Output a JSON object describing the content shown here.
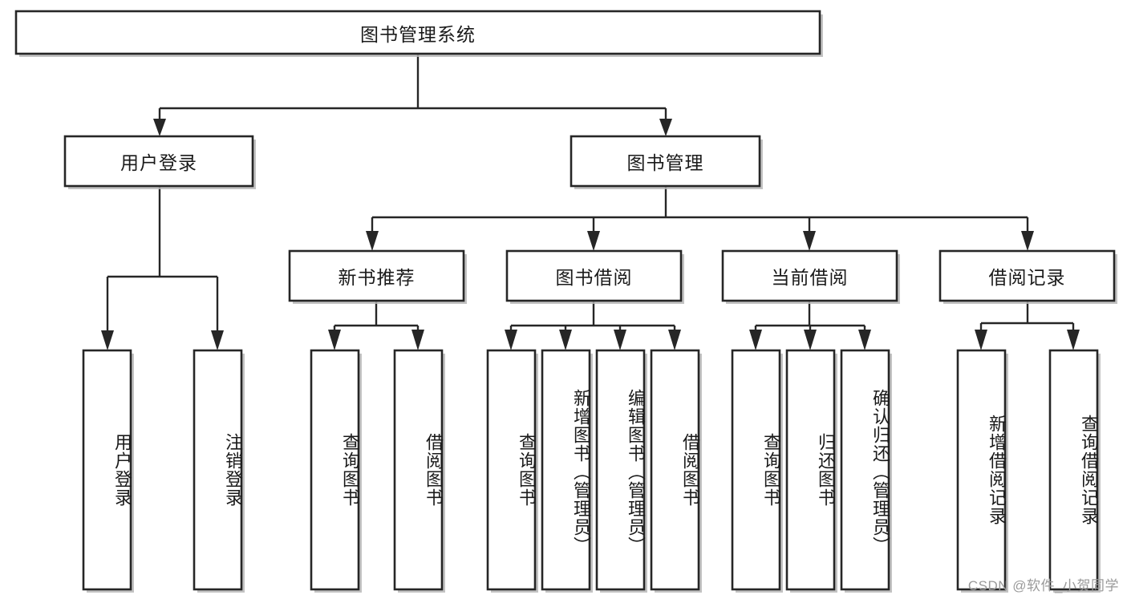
{
  "diagram": {
    "title": "图书管理系统",
    "type": "tree",
    "watermark": "CSDN @软件_小贺同学",
    "nodes": {
      "root": {
        "label": "图书管理系统",
        "orientation": "horizontal"
      },
      "l2": [
        {
          "id": "user-login",
          "label": "用户登录",
          "orientation": "horizontal"
        },
        {
          "id": "book-manage",
          "label": "图书管理",
          "orientation": "horizontal"
        }
      ],
      "l3": [
        {
          "id": "new-book-rec",
          "label": "新书推荐",
          "orientation": "horizontal"
        },
        {
          "id": "book-borrow",
          "label": "图书借阅",
          "orientation": "horizontal"
        },
        {
          "id": "current-borrow",
          "label": "当前借阅",
          "orientation": "horizontal"
        },
        {
          "id": "borrow-record",
          "label": "借阅记录",
          "orientation": "horizontal"
        }
      ],
      "leaves": [
        {
          "id": "leaf-user-login",
          "label": "用户登录",
          "parent": "user-login",
          "orientation": "vertical"
        },
        {
          "id": "leaf-user-logout",
          "label": "注销登录",
          "parent": "user-login",
          "orientation": "vertical"
        },
        {
          "id": "leaf-query-book-1",
          "label": "查询图书",
          "parent": "new-book-rec",
          "orientation": "vertical"
        },
        {
          "id": "leaf-borrow-book-1",
          "label": "借阅图书",
          "parent": "new-book-rec",
          "orientation": "vertical"
        },
        {
          "id": "leaf-query-book-2",
          "label": "查询图书",
          "parent": "book-borrow",
          "orientation": "vertical"
        },
        {
          "id": "leaf-add-book",
          "label": "新增图书（管理员）",
          "parent": "book-borrow",
          "orientation": "vertical"
        },
        {
          "id": "leaf-edit-book",
          "label": "编辑图书（管理员）",
          "parent": "book-borrow",
          "orientation": "vertical"
        },
        {
          "id": "leaf-borrow-book-2",
          "label": "借阅图书",
          "parent": "book-borrow",
          "orientation": "vertical"
        },
        {
          "id": "leaf-query-book-3",
          "label": "查询图书",
          "parent": "current-borrow",
          "orientation": "vertical"
        },
        {
          "id": "leaf-return-book",
          "label": "归还图书",
          "parent": "current-borrow",
          "orientation": "vertical"
        },
        {
          "id": "leaf-confirm-return",
          "label": "确认归还（管理员）",
          "parent": "current-borrow",
          "orientation": "vertical"
        },
        {
          "id": "leaf-add-record",
          "label": "新增借阅记录",
          "parent": "borrow-record",
          "orientation": "vertical"
        },
        {
          "id": "leaf-query-record",
          "label": "查询借阅记录",
          "parent": "borrow-record",
          "orientation": "vertical"
        }
      ]
    },
    "colors": {
      "stroke": "#262626",
      "fill": "#ffffff",
      "text": "#1a1a1a",
      "shadow": "#b9b9b9",
      "watermark": "#9a9a9a"
    }
  }
}
